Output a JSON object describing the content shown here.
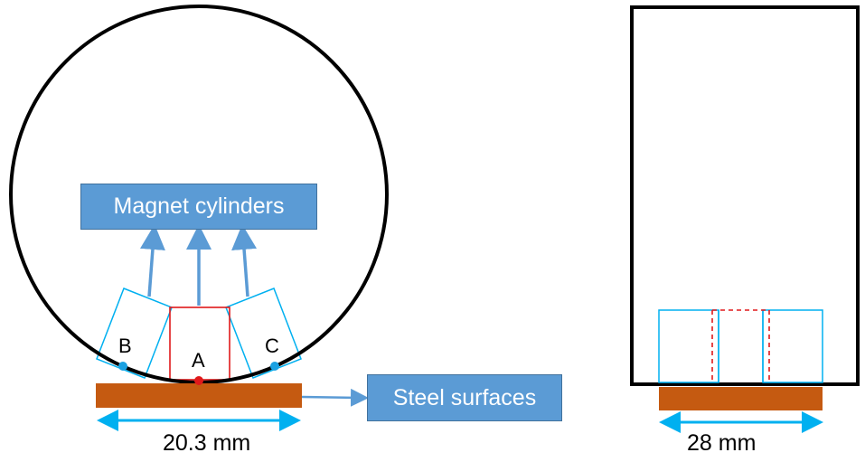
{
  "labels": {
    "magnet_cylinders": "Magnet cylinders",
    "steel_surfaces": "Steel surfaces",
    "point_a": "A",
    "point_b": "B",
    "point_c": "C",
    "width_side_view": "20.3 mm",
    "width_front_view": "28 mm"
  },
  "colors": {
    "outline": "#000000",
    "steel": "#c55a11",
    "callout_fill": "#5b9bd5",
    "arrow": "#5b9bd5",
    "dimension": "#00b0f0",
    "magnet_outline": "#00b0f0",
    "center_magnet": "#e0191b",
    "contact_a": "#e0191b",
    "contact_bc": "#1ba1e2"
  }
}
